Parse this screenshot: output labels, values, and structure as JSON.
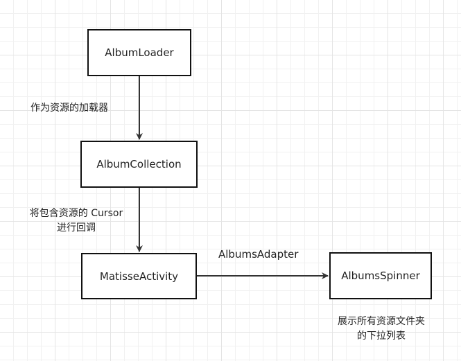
{
  "nodes": {
    "album_loader": "AlbumLoader",
    "album_collection": "AlbumCollection",
    "matisse_activity": "MatisseActivity",
    "albums_spinner": "AlbumsSpinner"
  },
  "edges": {
    "loader_to_collection": "作为资源的加载器",
    "collection_to_activity_line1": "将包含资源的 Cursor",
    "collection_to_activity_line2": "进行回调",
    "activity_to_spinner": "AlbumsAdapter"
  },
  "notes": {
    "spinner_line1": "展示所有资源文件夹",
    "spinner_line2": "的下拉列表"
  },
  "colors": {
    "stroke": "#111111",
    "arrow": "#333333",
    "text": "#222222"
  }
}
